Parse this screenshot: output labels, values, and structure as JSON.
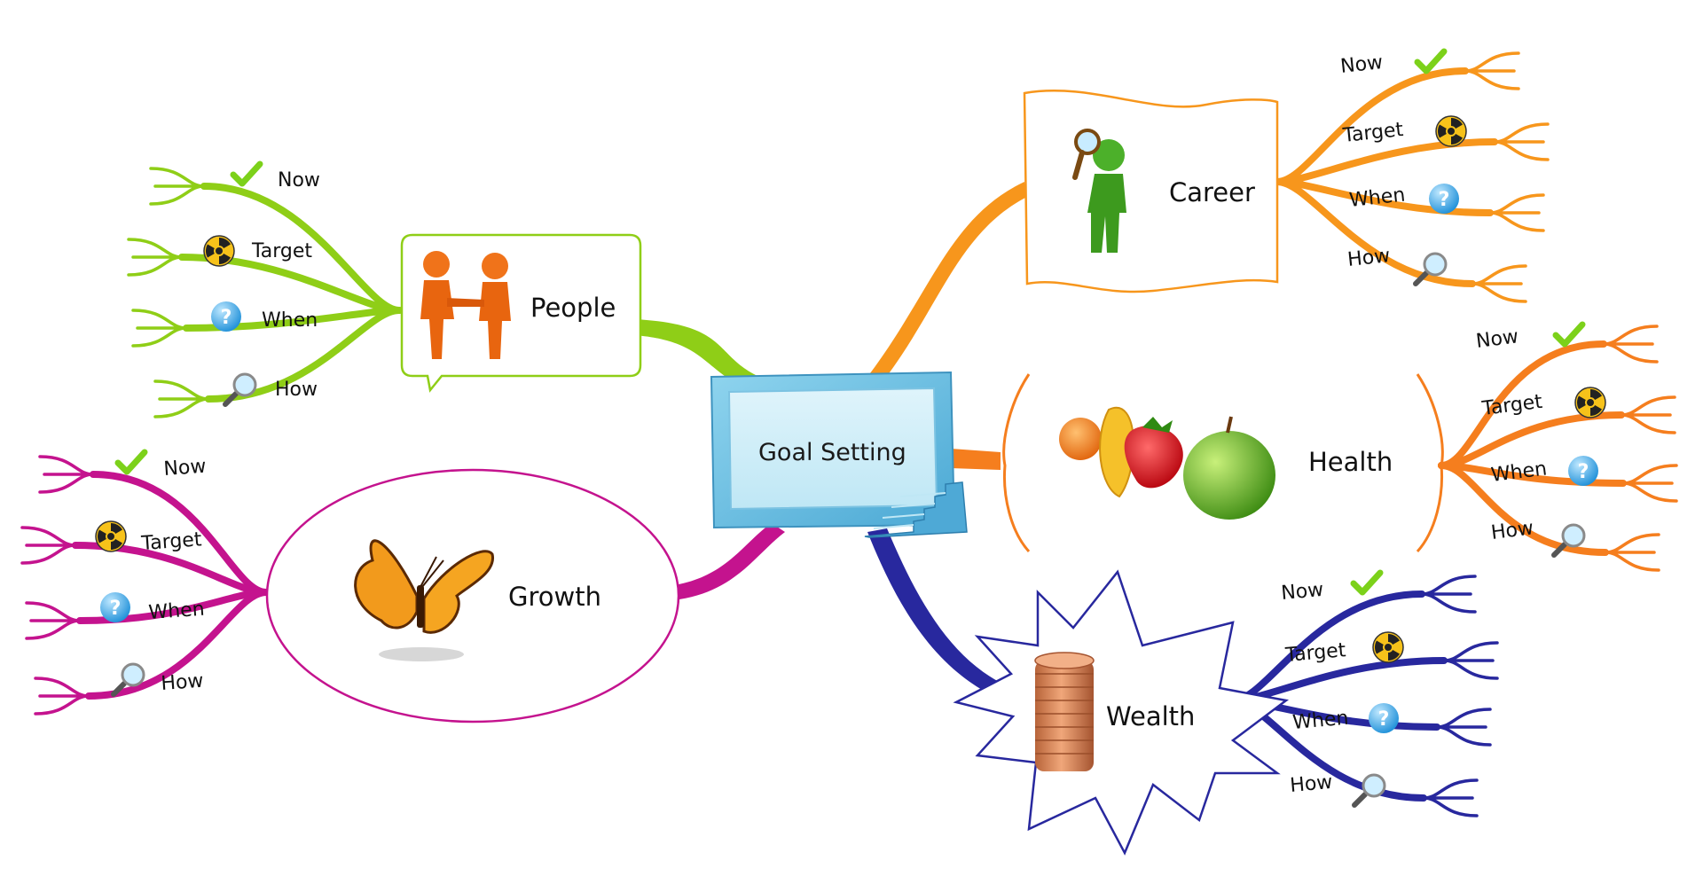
{
  "center": {
    "label": "Goal Setting"
  },
  "branches": [
    {
      "key": "people",
      "label": "People",
      "color": "#8fce17",
      "icon": "handshake-figures-icon",
      "subs": [
        "Now",
        "Target",
        "When",
        "How"
      ]
    },
    {
      "key": "growth",
      "label": "Growth",
      "color": "#c4138e",
      "icon": "butterfly-icon",
      "subs": [
        "Now",
        "Target",
        "When",
        "How"
      ]
    },
    {
      "key": "career",
      "label": "Career",
      "color": "#f7961c",
      "icon": "figure-with-magnifier-icon",
      "subs": [
        "Now",
        "Target",
        "When",
        "How"
      ]
    },
    {
      "key": "health",
      "label": "Health",
      "color": "#f57e1e",
      "icon": "fruit-icon",
      "subs": [
        "Now",
        "Target",
        "When",
        "How"
      ]
    },
    {
      "key": "wealth",
      "label": "Wealth",
      "color": "#28289e",
      "icon": "coin-stack-icon",
      "subs": [
        "Now",
        "Target",
        "When",
        "How"
      ]
    }
  ],
  "sub_icons": [
    "check-icon",
    "radiation-icon",
    "question-icon",
    "magnifier-icon"
  ]
}
